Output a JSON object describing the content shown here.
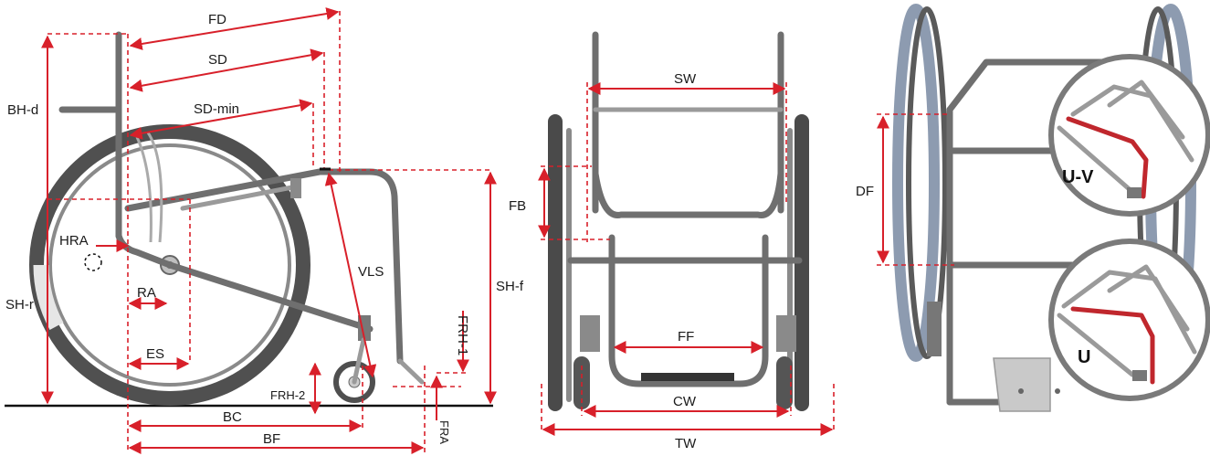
{
  "side_view": {
    "labels": {
      "fd": "FD",
      "sd": "SD",
      "sd_min": "SD-min",
      "bh_d": "BH-d",
      "hra": "HRA",
      "sh_r": "SH-r",
      "ra": "RA",
      "es": "ES",
      "vls": "VLS",
      "sh_f": "SH-f",
      "frh_1": "FRH-1",
      "frh_2": "FRH-2",
      "fra": "FRA",
      "bc": "BC",
      "bf": "BF"
    }
  },
  "front_view": {
    "labels": {
      "sw": "SW",
      "fb": "FB",
      "ff": "FF",
      "cw": "CW",
      "tw": "TW"
    }
  },
  "top_view": {
    "labels": {
      "df": "DF",
      "variant_uv": "U-V",
      "variant_u": "U"
    }
  },
  "colors": {
    "dimension": "#d8202a",
    "frame": "#6f6f6f",
    "tire": "#505050"
  }
}
